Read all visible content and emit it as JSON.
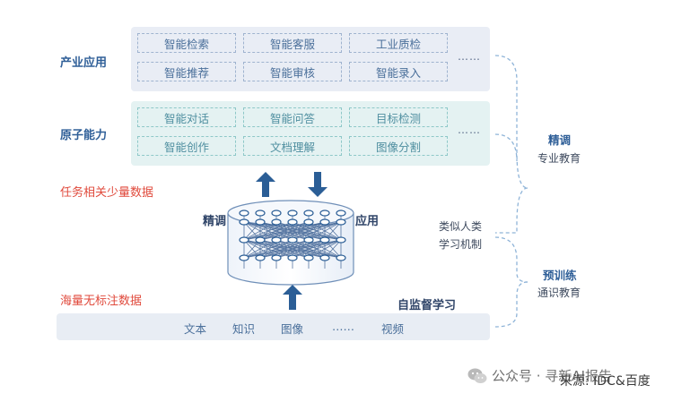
{
  "layers": {
    "application": {
      "label": "产业应用",
      "items": [
        "智能检索",
        "智能客服",
        "工业质检",
        "智能推荐",
        "智能审核",
        "智能录入"
      ],
      "more": "……"
    },
    "atomic": {
      "label": "原子能力",
      "items": [
        "智能对话",
        "智能问答",
        "目标检测",
        "智能创作",
        "文档理解",
        "图像分割"
      ],
      "more": "……"
    }
  },
  "model": {
    "task_data_label": "任务相关少量数据",
    "finetune_label": "精调",
    "apply_label": "应用",
    "massive_data_label": "海量无标注数据",
    "self_supervised_label": "自监督学习"
  },
  "data_bar": {
    "items": [
      "文本",
      "知识",
      "图像",
      "……",
      "视频"
    ]
  },
  "side": {
    "finetune_title": "精调",
    "finetune_sub": "专业教育",
    "mechanism_line1": "类似人类",
    "mechanism_line2": "学习机制",
    "pretrain_title": "预训练",
    "pretrain_sub": "通识教育"
  },
  "footer": {
    "watermark": "公众号 · 寻新AI报告",
    "source": "来源: IDC&百度"
  },
  "colors": {
    "arrow_blue": "#2b5e96",
    "red_text": "#e04a3c",
    "brace": "#8fb4d8"
  }
}
